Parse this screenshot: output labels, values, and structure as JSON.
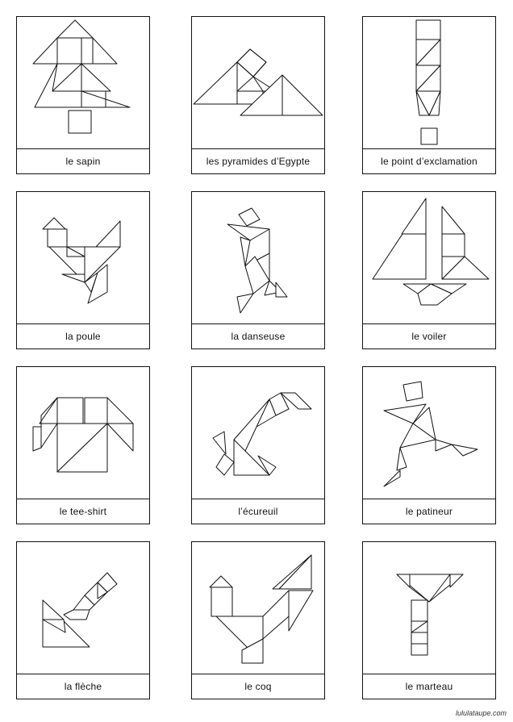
{
  "cards": [
    {
      "label": "le sapin",
      "figure": "sapin"
    },
    {
      "label": "les pyramides d’Egypte",
      "figure": "pyramides"
    },
    {
      "label": "le point d’exclamation",
      "figure": "exclamation"
    },
    {
      "label": "la poule",
      "figure": "poule"
    },
    {
      "label": "la danseuse",
      "figure": "danseuse"
    },
    {
      "label": "le voiler",
      "figure": "voilier"
    },
    {
      "label": "le tee-shirt",
      "figure": "tee-shirt"
    },
    {
      "label": "l’écureuil",
      "figure": "ecureuil"
    },
    {
      "label": "le patineur",
      "figure": "patineur"
    },
    {
      "label": "la flèche",
      "figure": "fleche"
    },
    {
      "label": "le coq",
      "figure": "coq"
    },
    {
      "label": "le marteau",
      "figure": "marteau"
    }
  ],
  "footer": "lululataupe.com"
}
